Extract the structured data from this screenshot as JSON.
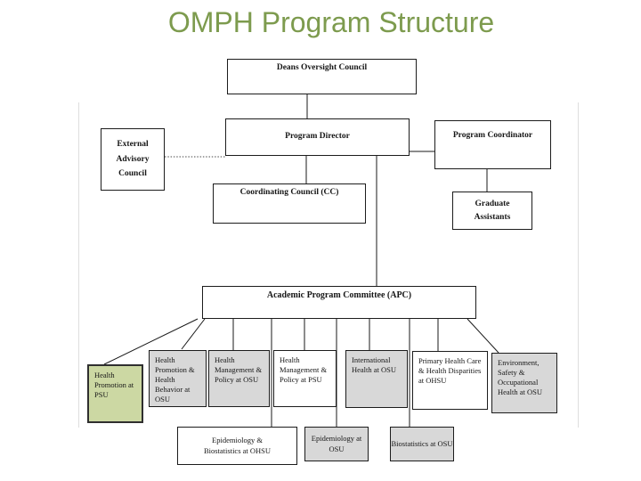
{
  "slide": {
    "title": "OMPH Program Structure"
  },
  "colors": {
    "title_green": "#7d9b4e",
    "track_green_fill": "#ccd8a3",
    "track_gray_fill": "#d8d8d8",
    "box_border": "#1c1c1c",
    "connector": "#1a1a1a"
  },
  "nodes": {
    "deans": {
      "label": "Deans Oversight Council"
    },
    "program_director": {
      "label": "Program Director"
    },
    "external_advisory": {
      "label": "External Advisory Council"
    },
    "program_coordinator": {
      "label": "Program Coordinator"
    },
    "graduate_assistants": {
      "label": "Graduate Assistants"
    },
    "coordinating_council": {
      "label": "Coordinating Council (CC)"
    },
    "apc": {
      "label": "Academic Program Committee (APC)"
    },
    "hp_psu": {
      "label": "Health Promotion at PSU"
    },
    "hpb_osu": {
      "label": "Health Promotion & Health Behavior at OSU"
    },
    "hmp_osu": {
      "label": "Health Management & Policy at OSU"
    },
    "hmp_psu": {
      "label": "Health Management & Policy at PSU"
    },
    "ih_osu": {
      "label": "International Health at OSU"
    },
    "phc_ohsu": {
      "label": "Primary Health Care & Health Disparities at OHSU"
    },
    "eso_osu": {
      "label": "Environment, Safety & Occupational Health at OSU"
    },
    "epibio_ohsu": {
      "label": "Epidemiology & Biostatistics at OHSU"
    },
    "epi_osu": {
      "label": "Epidemiology at OSU"
    },
    "bio_osu": {
      "label": "Biostatistics at OSU"
    }
  },
  "edges": [
    {
      "from": "deans",
      "to": "program_director",
      "style": "solid"
    },
    {
      "from": "external_advisory",
      "to": "program_director",
      "style": "dotted"
    },
    {
      "from": "program_director",
      "to": "program_coordinator",
      "style": "solid"
    },
    {
      "from": "program_coordinator",
      "to": "graduate_assistants",
      "style": "solid"
    },
    {
      "from": "program_director",
      "to": "coordinating_council",
      "style": "solid"
    },
    {
      "from": "program_director",
      "to": "apc",
      "style": "solid"
    },
    {
      "from": "apc",
      "to": "hp_psu",
      "style": "solid"
    },
    {
      "from": "apc",
      "to": "hpb_osu",
      "style": "solid"
    },
    {
      "from": "apc",
      "to": "hmp_osu",
      "style": "solid"
    },
    {
      "from": "apc",
      "to": "hmp_psu",
      "style": "solid"
    },
    {
      "from": "apc",
      "to": "ih_osu",
      "style": "solid"
    },
    {
      "from": "apc",
      "to": "phc_ohsu",
      "style": "solid"
    },
    {
      "from": "apc",
      "to": "eso_osu",
      "style": "solid"
    },
    {
      "from": "apc",
      "to": "epibio_ohsu",
      "style": "solid"
    },
    {
      "from": "apc",
      "to": "epi_osu",
      "style": "solid"
    },
    {
      "from": "apc",
      "to": "bio_osu",
      "style": "solid"
    }
  ]
}
